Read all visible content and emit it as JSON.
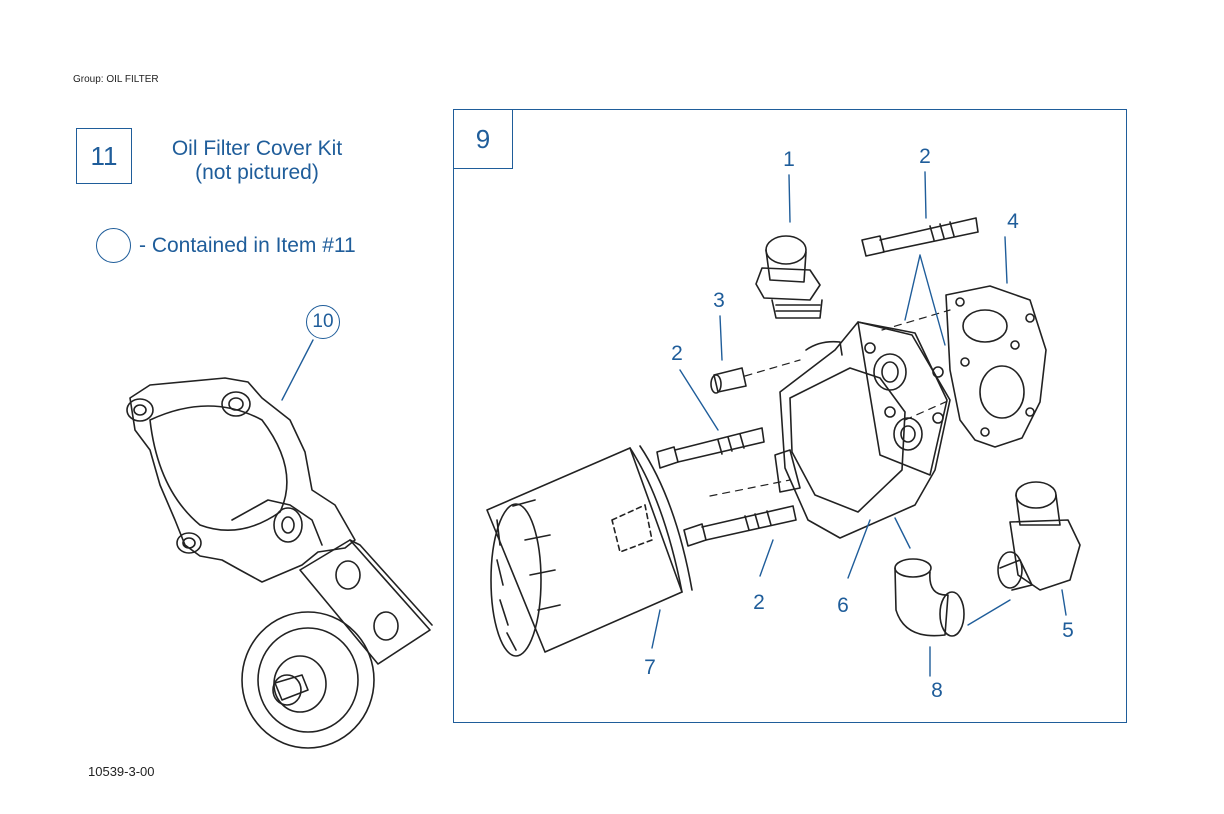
{
  "header": {
    "group_label": "Group: OIL FILTER"
  },
  "kit": {
    "number": "11",
    "title_line1": "Oil Filter Cover Kit",
    "title_line2": "(not pictured)"
  },
  "legend": {
    "text": "- Contained in Item #11"
  },
  "assembly": {
    "number": "9"
  },
  "callouts": {
    "c1": "1",
    "c2a": "2",
    "c2b": "2",
    "c2c": "2",
    "c3": "3",
    "c4": "4",
    "c5": "5",
    "c6": "6",
    "c7": "7",
    "c8": "8",
    "c10": "10"
  },
  "footer": {
    "drawing_number": "10539-3-00"
  },
  "colors": {
    "accent": "#1f5d9a",
    "line": "#222222"
  }
}
